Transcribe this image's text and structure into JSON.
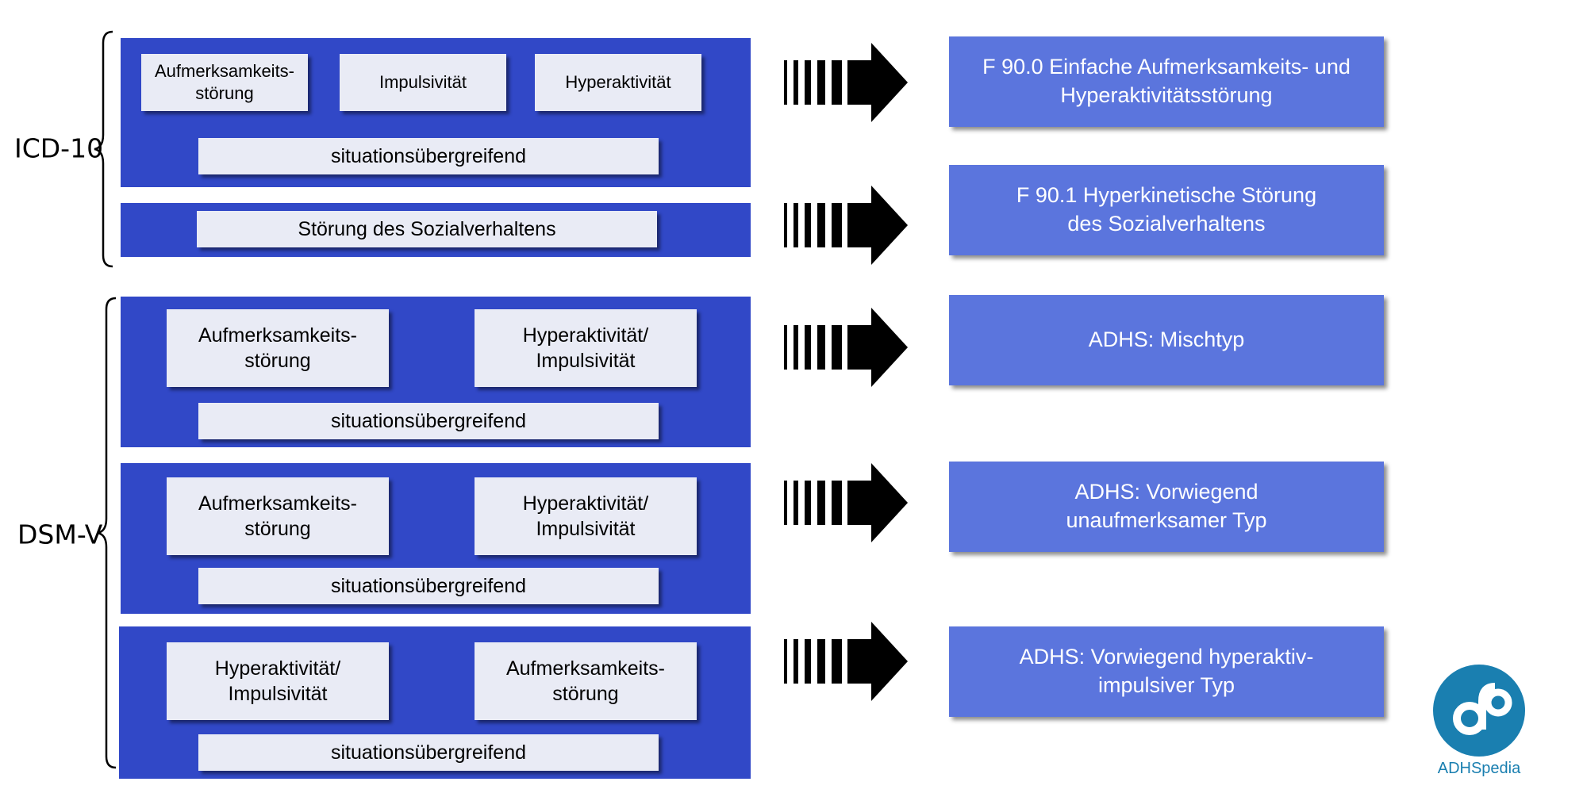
{
  "groups": {
    "icd": {
      "label": "ICD-10"
    },
    "dsm": {
      "label": "DSM-V"
    }
  },
  "panels": {
    "icd_main": {
      "box_attention": "Aufmerksamkeits-\nstörung",
      "box_impulsivity": "Impulsivität",
      "box_hyperactivity": "Hyperaktivität",
      "box_situational": "situationsübergreifend"
    },
    "icd_social": {
      "box_social": "Störung des Sozialverhaltens"
    },
    "dsm_combined": {
      "box_left": "Aufmerksamkeits-\nstörung",
      "box_right": "Hyperaktivität/\nImpulsivität",
      "box_situational": "situationsübergreifend"
    },
    "dsm_inattentive": {
      "box_left": "Aufmerksamkeits-\nstörung",
      "box_right": "Hyperaktivität/\nImpulsivität",
      "box_situational": "situationsübergreifend"
    },
    "dsm_hyperactive": {
      "box_left": "Hyperaktivität/\nImpulsivität",
      "box_right": "Aufmerksamkeits-\nstörung",
      "box_situational": "situationsübergreifend"
    }
  },
  "results": {
    "f900": "F 90.0 Einfache Aufmerksamkeits- und\nHyperaktivitätsstörung",
    "f901": "F 90.1 Hyperkinetische Störung\ndes Sozialverhaltens",
    "mischtyp": "ADHS: Mischtyp",
    "unaufmerksam": "ADHS: Vorwiegend\nunaufmerksamer Typ",
    "hyperaktiv": "ADHS: Vorwiegend hyperaktiv-\nimpulsiver Typ"
  },
  "logo": {
    "text": "ADHSpedia",
    "color": "#1a7fb0"
  },
  "colors": {
    "panel": "#3148c7",
    "criterion_box": "#e9ebf5",
    "result_box": "#5b75dd"
  }
}
